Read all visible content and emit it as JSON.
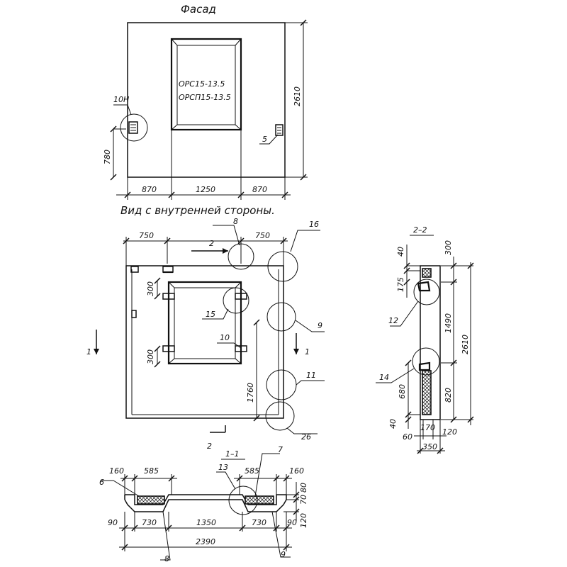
{
  "facade": {
    "title": "Фасад",
    "mark_1": "ОРС15-13.5",
    "mark_2": "ОРСП15-13.5",
    "node_left": "10Н",
    "node_right": "5",
    "dim_height": "2610",
    "dim_sill": "780",
    "dim_left": "870",
    "dim_window": "1250",
    "dim_right": "870"
  },
  "inner_view": {
    "title": "Вид с внутренней стороны.",
    "dim_top_left": "750",
    "dim_top_right": "750",
    "section_2": "2",
    "section_2_bottom": "2",
    "section_1_left": "1",
    "section_1_right": "1",
    "dim_300_top": "300",
    "dim_300_bottom": "300",
    "dim_1760": "1760",
    "node_8": "8",
    "node_15": "15",
    "node_10": "10",
    "node_16": "16",
    "node_9": "9",
    "node_11": "11",
    "node_26": "26"
  },
  "section_2_2": {
    "title": "2–2",
    "dim_40_top": "40",
    "dim_300": "300",
    "dim_175": "175",
    "dim_1490": "1490",
    "dim_2610": "2610",
    "dim_820": "820",
    "dim_680": "680",
    "dim_40_bottom": "40",
    "dim_60": "60",
    "dim_170": "170",
    "dim_120": "120",
    "dim_350": "350",
    "node_12": "12",
    "node_14": "14"
  },
  "section_1_1": {
    "title": "1–1",
    "dim_160_left": "160",
    "dim_585_left": "585",
    "dim_585_right": "585",
    "dim_160_right": "160",
    "dim_90_left": "90",
    "dim_730_left": "730",
    "dim_1350": "1350",
    "dim_730_right": "730",
    "dim_90_right": "90",
    "dim_2390": "2390",
    "dim_80": "80",
    "dim_70": "70",
    "dim_120": "120",
    "node_6": "6",
    "node_13": "13",
    "node_7": "7",
    "node_8": "8",
    "node_9": "9"
  }
}
